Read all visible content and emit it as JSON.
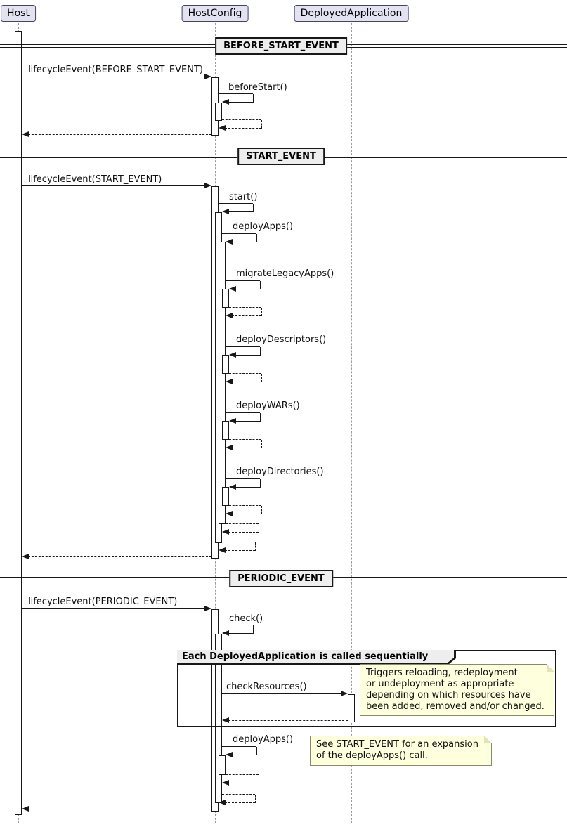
{
  "participants": [
    {
      "name": "Host"
    },
    {
      "name": "HostConfig"
    },
    {
      "name": "DeployedApplication"
    }
  ],
  "dividers": [
    "BEFORE_START_EVENT",
    "START_EVENT",
    "PERIODIC_EVENT"
  ],
  "messages": {
    "lifecycle_before": "lifecycleEvent(BEFORE_START_EVENT)",
    "before_start": "beforeStart()",
    "lifecycle_start": "lifecycleEvent(START_EVENT)",
    "start": "start()",
    "deploy_apps": "deployApps()",
    "migrate_legacy_apps": "migrateLegacyApps()",
    "deploy_descriptors": "deployDescriptors()",
    "deploy_wars": "deployWARs()",
    "deploy_directories": "deployDirectories()",
    "lifecycle_periodic": "lifecycleEvent(PERIODIC_EVENT)",
    "check": "check()",
    "check_resources": "checkResources()",
    "deploy_apps_periodic": "deployApps()"
  },
  "group": {
    "label": "Each DeployedApplication is called sequentially"
  },
  "notes": {
    "check_resources_note": "Triggers reloading, redeployment\nor undeployment as appropriate\ndepending on which resources have\nbeen added, removed and/or changed.",
    "deploy_apps_note": "See START_EVENT for an expansion\nof the deployApps() call."
  },
  "colors": {
    "line": "#181818",
    "lifeline": "#9a9a9a",
    "participant_fill": "#E2E2F0",
    "divider_fill": "#EEEEEE",
    "note_fill": "#FEFFDD",
    "background": "#FFFFFF"
  }
}
